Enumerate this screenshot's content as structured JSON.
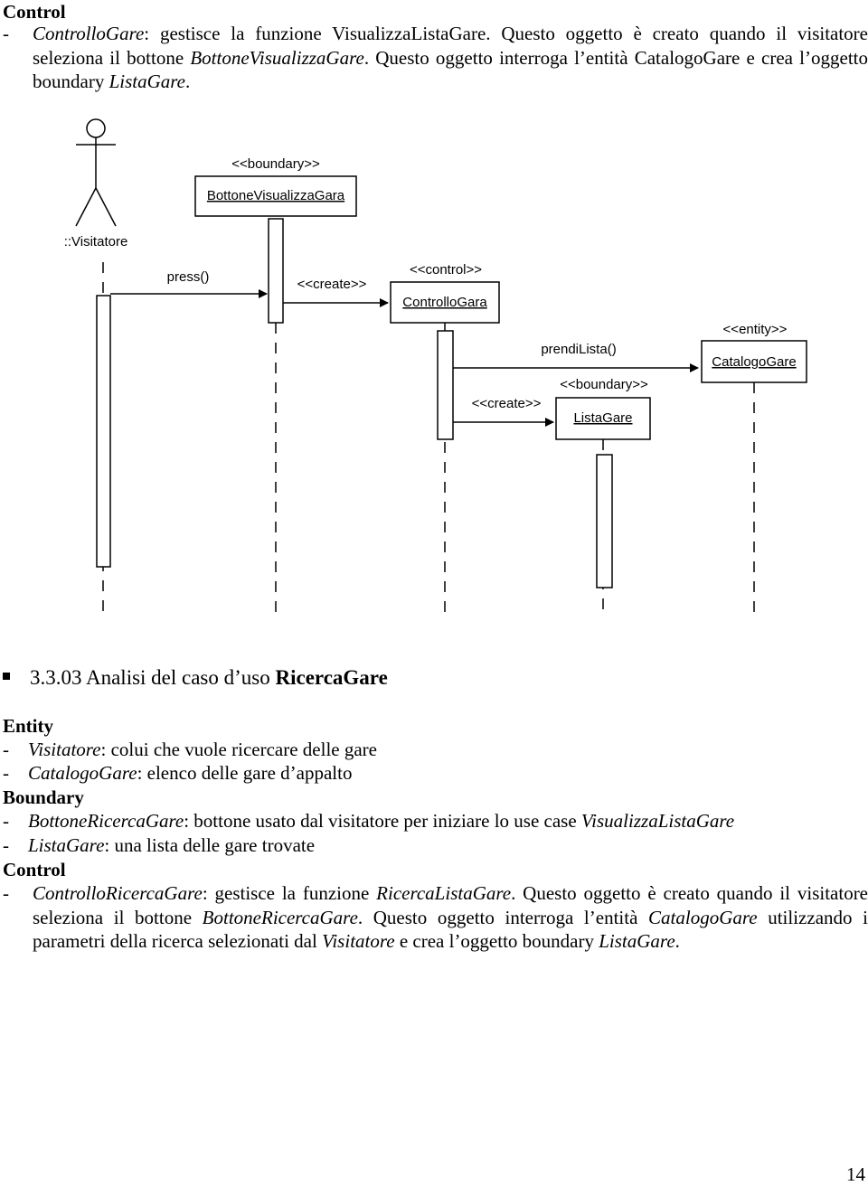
{
  "top": {
    "heading": "Control",
    "dash": "-",
    "para_parts": [
      {
        "t": "ControlloGare",
        "i": true
      },
      {
        "t": ": gestisce la funzione VisualizzaListaGare. Questo oggetto è creato quando il visitatore seleziona il bottone ",
        "i": false
      },
      {
        "t": "BottoneVisualizzaGare",
        "i": true
      },
      {
        "t": ". Questo oggetto interroga l’entità CatalogoGare e crea l’oggetto boundary ",
        "i": false
      },
      {
        "t": "ListaGare",
        "i": true
      },
      {
        "t": ".",
        "i": false
      }
    ]
  },
  "diagram": {
    "actor": "::Visitatore",
    "bottone_stereotype": "<<boundary>>",
    "bottone_name": "BottoneVisualizzaGara",
    "msg_press": "press()",
    "msg_create1": "<<create>>",
    "controllo_stereotype": "<<control>>",
    "controllo_name": "ControlloGara",
    "msg_prendi": "prendiLista()",
    "catalogo_stereotype": "<<entity>>",
    "catalogo_name": "CatalogoGare",
    "lista_stereotype": "<<boundary>>",
    "lista_name": "ListaGare",
    "msg_create2": "<<create>>"
  },
  "section": {
    "number": "3.3.03 Analisi del caso d’uso ",
    "name": "RicercaGare"
  },
  "entity": {
    "heading": "Entity",
    "items": [
      {
        "dash": "-",
        "name": "Visitatore",
        "text": ": colui che vuole ricercare delle gare"
      },
      {
        "dash": "-",
        "name": "CatalogoGare",
        "text": ": elenco delle gare d’appalto"
      }
    ]
  },
  "boundary": {
    "heading": "Boundary",
    "items": [
      {
        "dash": "-",
        "name": "BottoneRicercaGare",
        "text": ": bottone usato dal visitatore per iniziare lo use case ",
        "name2": "VisualizzaListaGare"
      },
      {
        "dash": "-",
        "name": "ListaGare",
        "text": ": una lista delle gare trovate",
        "name2": ""
      }
    ]
  },
  "control": {
    "heading": "Control",
    "dash": "-",
    "para_parts": [
      {
        "t": "ControlloRicercaGare",
        "i": true
      },
      {
        "t": ": gestisce la funzione ",
        "i": false
      },
      {
        "t": "RicercaListaGare",
        "i": true
      },
      {
        "t": ". Questo oggetto è creato quando il visitatore seleziona il bottone ",
        "i": false
      },
      {
        "t": "BottoneRicercaGare",
        "i": true
      },
      {
        "t": ". Questo oggetto interroga l’entità ",
        "i": false
      },
      {
        "t": "CatalogoGare",
        "i": true
      },
      {
        "t": " utilizzando i parametri della ricerca selezionati dal ",
        "i": false
      },
      {
        "t": "Visitatore",
        "i": true
      },
      {
        "t": " e crea l’oggetto boundary ",
        "i": false
      },
      {
        "t": "ListaGare",
        "i": true
      },
      {
        "t": ".",
        "i": false
      }
    ]
  },
  "page_number": "14"
}
